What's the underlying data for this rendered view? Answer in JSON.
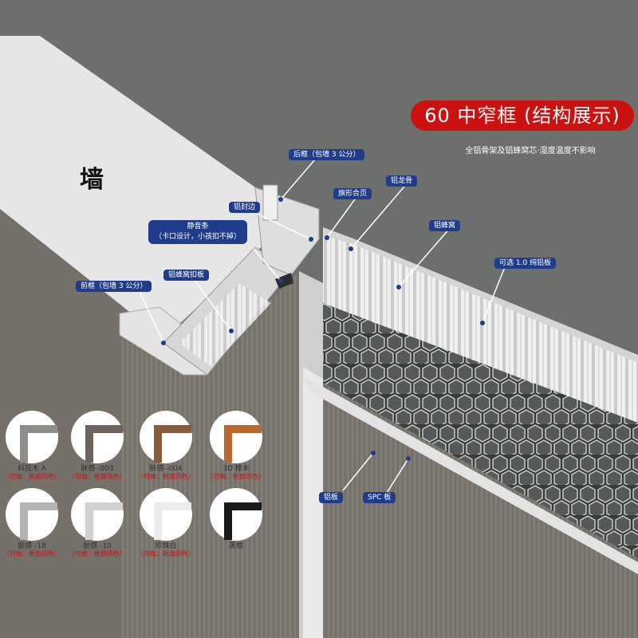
{
  "title": "60 中窄框 (结构展示)",
  "subtitle": "全铝骨架及铝蜂窝芯·湿度温度不影响",
  "wall_label": "墙",
  "callouts": {
    "rear_frame": "后框（包墙 3 公分）",
    "aluminum_edge": "铝封边",
    "flag_hinge": "旗形合页",
    "aluminum_keel": "铝龙骨",
    "silent_strip_title": "静音条",
    "silent_strip_note": "（卡口设计，小孩扣不掉）",
    "honeycomb": "铝蜂窝",
    "optional_plate": "可选 1.0 纯铝板",
    "honeycomb_cover": "铝蜂窝扣板",
    "front_frame": "前框（包墙 3 公分）",
    "aluminum_plate": "铝板",
    "spc_board": "SPC 板"
  },
  "swatches": [
    {
      "name": "科技木 A",
      "note": "（可做：框扇同色）",
      "color": "#8d8d8a"
    },
    {
      "name": "肤感 -003",
      "note": "（可做：框扇同色）",
      "color": "#6e635e"
    },
    {
      "name": "肤感 -004",
      "note": "（可做：框扇同色）",
      "color": "#8a5a3c"
    },
    {
      "name": "3D 橡木",
      "note": "（可做：框扇同色）",
      "color": "#b86a2e"
    },
    {
      "name": "肤感 -18",
      "note": "（可做：框扇同色）",
      "color": "#b4b4b4"
    },
    {
      "name": "肤感 -10",
      "note": "（可做：框扇同色）",
      "color": "#d2d2d2"
    },
    {
      "name": "珍珠白",
      "note": "（可做：框扇同色）",
      "color": "#ececec"
    },
    {
      "name": "黑框",
      "note": "",
      "color": "#1a1a1a"
    }
  ],
  "colors": {
    "background": "#6d6f6c",
    "wall_face": "#e6e6e6",
    "wood": "#7d7872",
    "label_blue": "#1f3d8a",
    "title_red": "#cc1111"
  }
}
